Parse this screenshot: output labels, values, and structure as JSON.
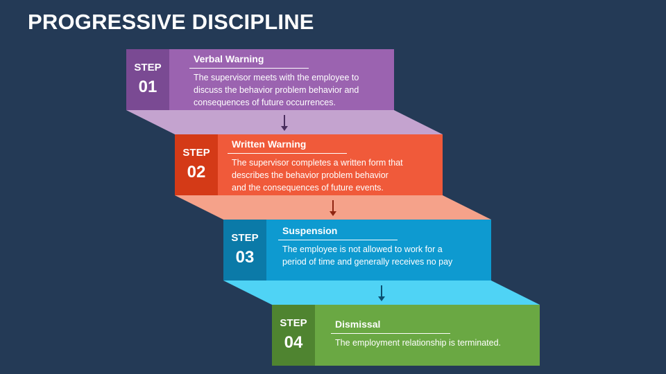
{
  "title": "PROGRESSIVE DISCIPLINE",
  "steps": [
    {
      "label": "STEP",
      "number": "01",
      "heading": "Verbal Warning",
      "lines": [
        "The supervisor meets with the employee to",
        "discuss the behavior problem behavior and",
        "consequences of future occurrences."
      ],
      "color_main": "#9b63b0",
      "color_badge": "#7a4a93",
      "color_link": "#c4a3cf",
      "color_arrow": "#4a2e5e"
    },
    {
      "label": "STEP",
      "number": "02",
      "heading": "Written Warning",
      "lines": [
        "The supervisor completes a written form that",
        "describes the behavior problem behavior",
        "and the consequences of future events."
      ],
      "color_main": "#f05a3a",
      "color_badge": "#d43a17",
      "color_link": "#f5a28a",
      "color_arrow": "#8f2410"
    },
    {
      "label": "STEP",
      "number": "03",
      "heading": "Suspension",
      "lines": [
        "The employee is not allowed to work for a",
        "period of time and generally receives no pay"
      ],
      "color_main": "#0e9ad0",
      "color_badge": "#0b7aa8",
      "color_link": "#4fd3f5",
      "color_arrow": "#0c4f70"
    },
    {
      "label": "STEP",
      "number": "04",
      "heading": "Dismissal",
      "lines": [
        "The employment relationship is terminated."
      ],
      "color_main": "#6aa843",
      "color_badge": "#4f8430"
    }
  ]
}
